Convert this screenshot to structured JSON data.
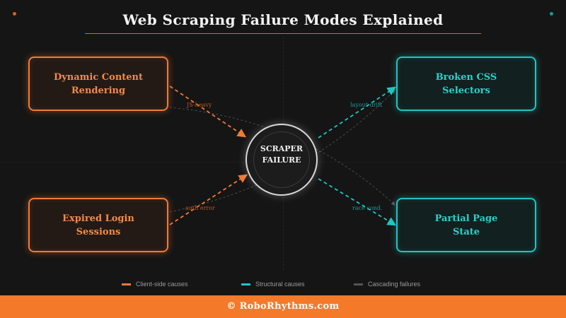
{
  "title": "Web Scraping Failure Modes Explained",
  "center": {
    "label": "SCRAPER\nFAILURE"
  },
  "nodes": {
    "dynamic": "Dynamic Content\nRendering",
    "expired": "Expired Login\nSessions",
    "broken": "Broken CSS\nSelectors",
    "partial": "Partial Page\nState"
  },
  "edge_labels": {
    "js_heavy": "JS-heavy",
    "auth_error": "auth error",
    "layout_drift": "layout drift",
    "race_cond": "race cond."
  },
  "legend": [
    {
      "label": "Client-side causes",
      "color": "#f07a35"
    },
    {
      "label": "Structural causes",
      "color": "#1fc6c2"
    },
    {
      "label": "Cascading failures",
      "color": "#555555"
    }
  ],
  "colors": {
    "client": "#f07a35",
    "structural": "#1fc6c2",
    "cascading": "#555555",
    "footer": "#f47a2a"
  },
  "footer": "© RoboRhythms.com"
}
